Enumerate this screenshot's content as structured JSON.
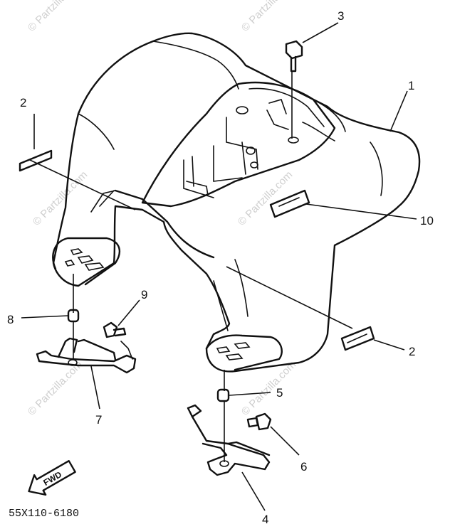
{
  "callouts": {
    "c1": "1",
    "c2a": "2",
    "c2b": "2",
    "c3": "3",
    "c4": "4",
    "c5": "5",
    "c6": "6",
    "c7": "7",
    "c8": "8",
    "c9": "9",
    "c10": "10"
  },
  "part_number": "55X110-6180",
  "fwd_label": "FWD",
  "watermark": "© Partzilla.com"
}
